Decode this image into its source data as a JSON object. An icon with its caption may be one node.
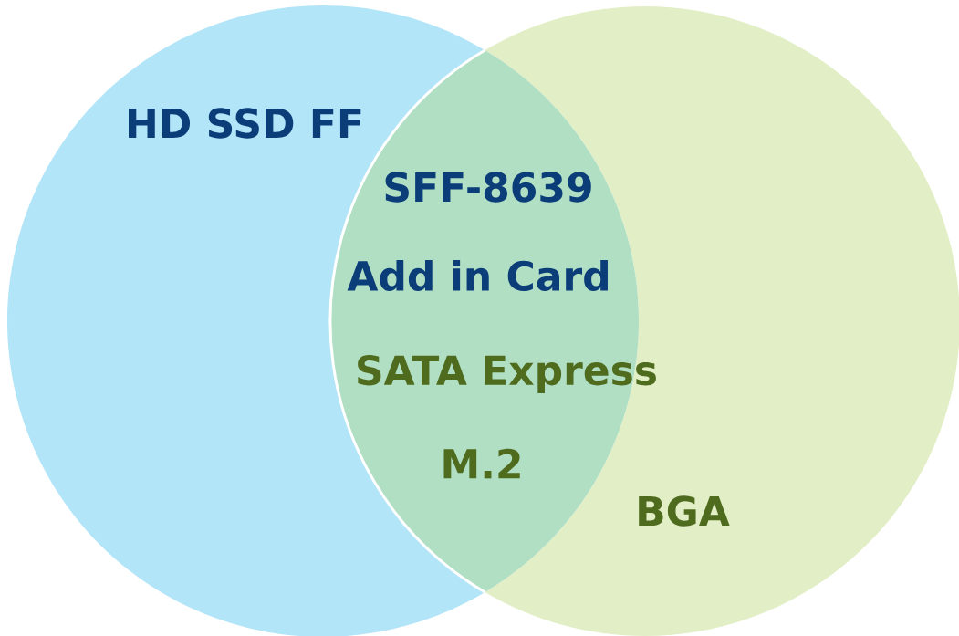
{
  "diagram": {
    "nodes": [
      {
        "text": [
          "HD SSD FF"
        ]
      },
      {
        "text": [
          "BGA"
        ]
      },
      {
        "text": [
          "SFF-8639",
          "Add in Card",
          "SATA Express",
          "M.2"
        ]
      }
    ]
  }
}
